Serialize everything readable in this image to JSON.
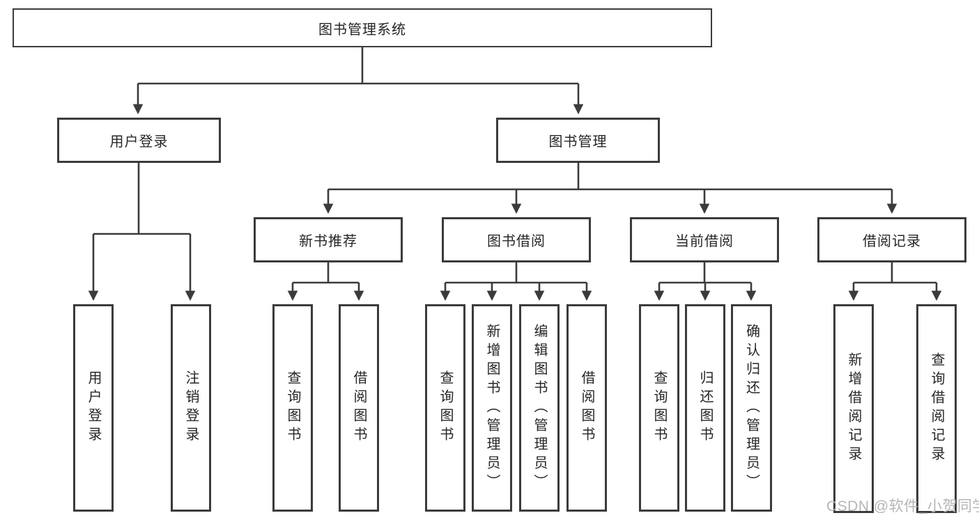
{
  "root": {
    "label": "图书管理系统"
  },
  "level2": [
    {
      "key": "user-login",
      "label": "用户登录"
    },
    {
      "key": "book-management",
      "label": "图书管理"
    }
  ],
  "level3": [
    {
      "key": "new-book-recommend",
      "label": "新书推荐"
    },
    {
      "key": "book-borrow",
      "label": "图书借阅"
    },
    {
      "key": "current-borrow",
      "label": "当前借阅"
    },
    {
      "key": "borrow-record",
      "label": "借阅记录"
    }
  ],
  "leaves": [
    {
      "key": "user-login",
      "label": "用户登录"
    },
    {
      "key": "logout",
      "label": "注销登录"
    },
    {
      "key": "recommend-query-book",
      "label": "查询图书"
    },
    {
      "key": "recommend-borrow-book",
      "label": "借阅图书"
    },
    {
      "key": "borrow-query-book",
      "label": "查询图书"
    },
    {
      "key": "borrow-add-book-admin",
      "label": "新增图书（管理员）"
    },
    {
      "key": "borrow-edit-book-admin",
      "label": "编辑图书（管理员）"
    },
    {
      "key": "borrow-borrow-book",
      "label": "借阅图书"
    },
    {
      "key": "current-query-book",
      "label": "查询图书"
    },
    {
      "key": "current-return-book",
      "label": "归还图书"
    },
    {
      "key": "current-confirm-return-admin",
      "label": "确认归还（管理员）"
    },
    {
      "key": "record-add-borrow-record",
      "label": "新增借阅记录"
    },
    {
      "key": "record-query-borrow-record",
      "label": "查询借阅记录"
    }
  ],
  "watermark": "CSDN @软件_小贺同学",
  "colors": {
    "line": "#3b3b3b",
    "text": "#262626",
    "watermark": "#b5b5b5",
    "background": "#ffffff"
  }
}
